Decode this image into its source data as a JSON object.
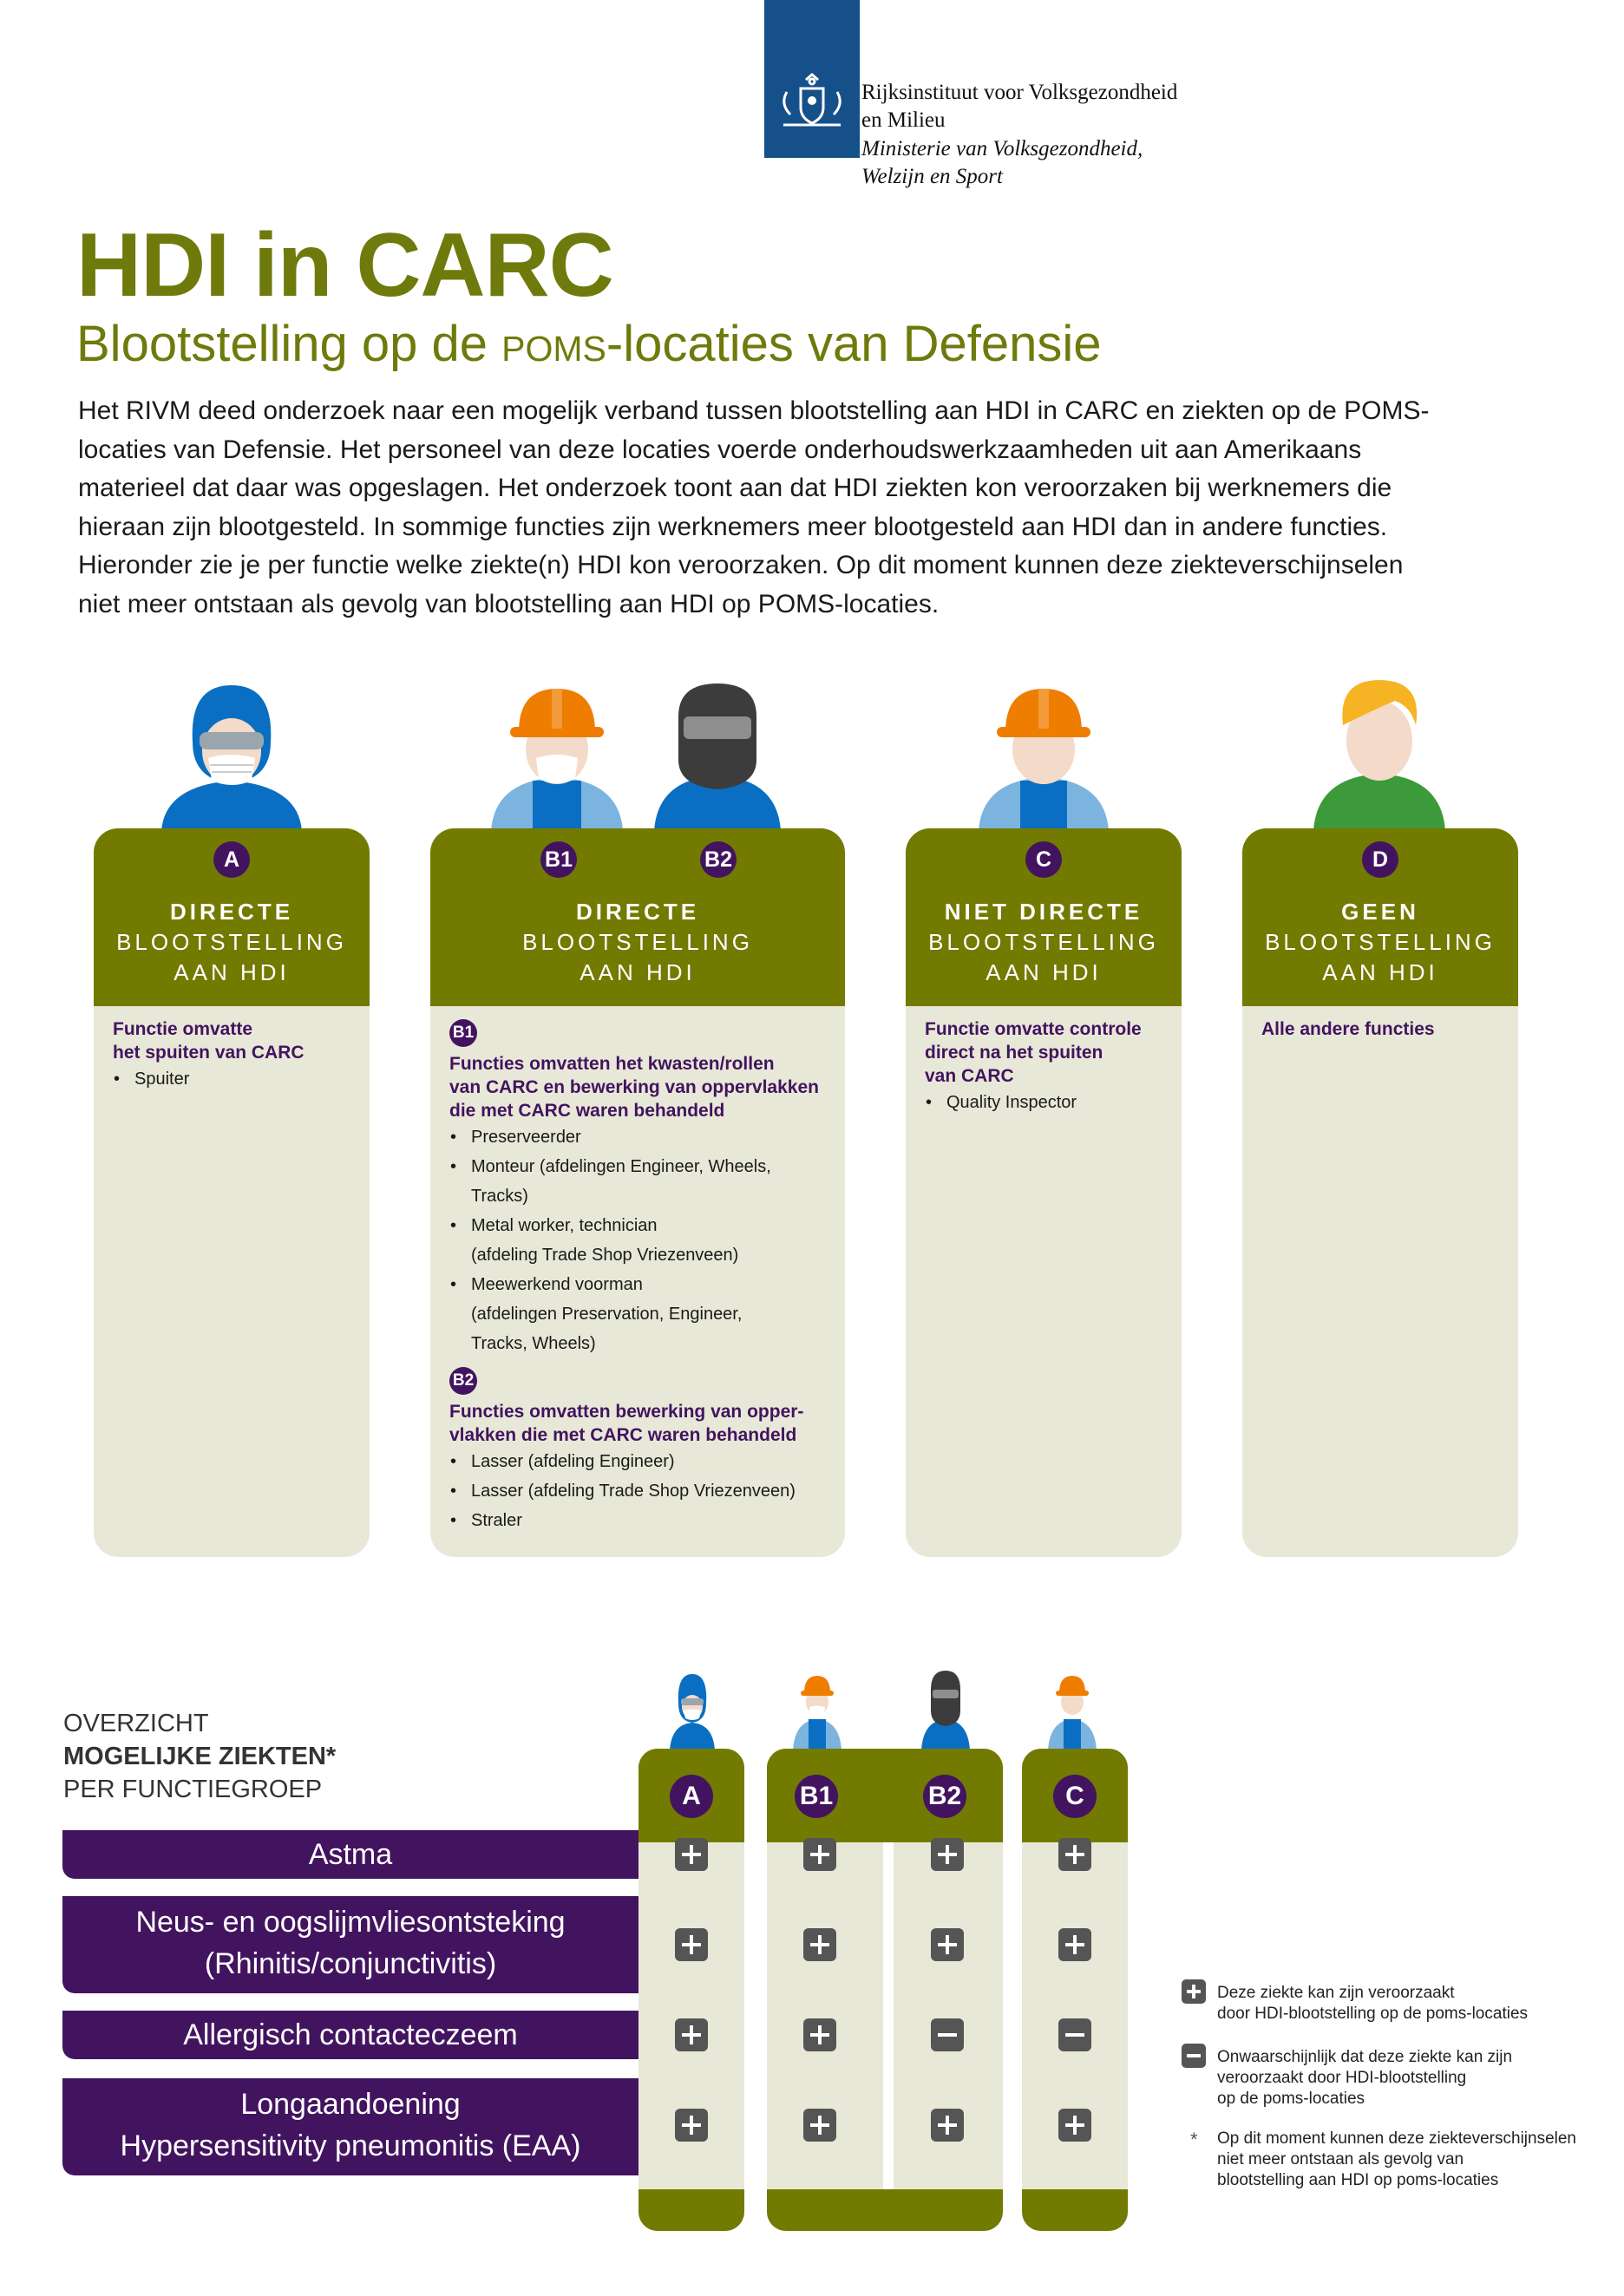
{
  "header": {
    "org_line1": "Rijksinstituut voor Volksgezondheid",
    "org_line2": "en Milieu",
    "ministry_line1": "Ministerie van Volksgezondheid,",
    "ministry_line2": "Welzijn en Sport",
    "colors": {
      "logo_blue": "#15508a"
    }
  },
  "title": "HDI in CARC",
  "subtitle_pre": "Blootstelling op de ",
  "subtitle_poms": "poms",
  "subtitle_post": "-locaties van Defensie",
  "intro": "Het RIVM deed onderzoek naar een mogelijk verband tussen blootstelling aan HDI in CARC en ziekten op de POMS-locaties van Defensie. Het personeel van deze locaties voerde onderhoudswerkzaamheden uit aan Amerikaans materieel dat daar was opgeslagen. Het onderzoek toont aan dat HDI ziekten kon veroorzaken bij werknemers die hieraan zijn blootgesteld. In sommige functies zijn werknemers meer blootgesteld aan HDI dan in andere functies. Hieronder zie je per functie welke ziekte(n) HDI kon veroorzaken. Op dit moment kunnen deze ziekteverschijnselen niet meer ontstaan als gevolg van blootstelling aan HDI op POMS-locaties.",
  "colors": {
    "olive": "#737a00",
    "purple": "#42145f",
    "beige": "#e8e8d8",
    "title_green": "#6f7a0c"
  },
  "cards": {
    "a": {
      "badge": "A",
      "line1": "DIRECTE",
      "line2": "BLOOTSTELLING",
      "line3": "AAN HDI",
      "desc1": "Functie omvatte",
      "desc2": "het spuiten van CARC",
      "items": [
        "Spuiter"
      ]
    },
    "b": {
      "badge1": "B1",
      "badge2": "B2",
      "line1": "DIRECTE",
      "line2": "BLOOTSTELLING",
      "line3": "AAN HDI",
      "b1_badge": "B1",
      "b1_desc1": "Functies omvatten het kwasten/rollen",
      "b1_desc2": "van CARC en bewerking van oppervlakken",
      "b1_desc3": "die met CARC waren behandeld",
      "b1_items": [
        "Preserveerder",
        "Monteur (afdelingen Engineer, Wheels, Tracks)",
        "Metal worker, technician"
      ],
      "b1_item3_sub": "(afdeling Trade Shop Vriezenveen)",
      "b1_item4": "Meewerkend voorman",
      "b1_item4_sub1": "(afdelingen Preservation, Engineer,",
      "b1_item4_sub2": "Tracks, Wheels)",
      "b2_badge": "B2",
      "b2_desc1": "Functies omvatten bewerking van opper-",
      "b2_desc2": "vlakken die met CARC waren behandeld",
      "b2_items": [
        "Lasser (afdeling Engineer)",
        "Lasser (afdeling Trade Shop Vriezenveen)",
        "Straler"
      ]
    },
    "c": {
      "badge": "C",
      "line1": "NIET DIRECTE",
      "line2": "BLOOTSTELLING",
      "line3": "AAN HDI",
      "desc1": "Functie omvatte controle",
      "desc2": "direct na het spuiten",
      "desc3": "van CARC",
      "items": [
        "Quality Inspector"
      ]
    },
    "d": {
      "badge": "D",
      "line1": "GEEN",
      "line2": "BLOOTSTELLING",
      "line3": "AAN HDI",
      "desc1": "Alle andere functies"
    }
  },
  "overview": {
    "line1": "OVERZICHT",
    "line2": "MOGELIJKE ZIEKTEN*",
    "line3": "PER FUNCTIEGROEP",
    "columns": [
      "A",
      "B1",
      "B2",
      "C"
    ],
    "rows": [
      {
        "label1": "Astma",
        "label2": "",
        "symbols": [
          "plus",
          "plus",
          "plus",
          "plus"
        ]
      },
      {
        "label1": "Neus- en oogslijmvliesontsteking",
        "label2": "(Rhinitis/conjunctivitis)",
        "symbols": [
          "plus",
          "plus",
          "plus",
          "plus"
        ]
      },
      {
        "label1": "Allergisch contacteczeem",
        "label2": "",
        "symbols": [
          "plus",
          "plus",
          "minus",
          "minus"
        ]
      },
      {
        "label1": "Longaandoening",
        "label2": "Hypersensitivity pneumonitis (EAA)",
        "symbols": [
          "plus",
          "plus",
          "plus",
          "plus"
        ]
      }
    ]
  },
  "legend": {
    "plus_1": "Deze ziekte kan zijn veroorzaakt",
    "plus_2": "door HDI-blootstelling op de poms-locaties",
    "minus_1": "Onwaarschijnlijk dat deze ziekte kan zijn",
    "minus_2": "veroorzaakt door HDI-blootstelling",
    "minus_3": "op de poms-locaties",
    "star": "*",
    "note_1": "Op dit moment kunnen deze ziekteverschijnselen",
    "note_2": "niet meer ontstaan als gevolg van",
    "note_3": "blootstelling aan HDI op poms-locaties"
  }
}
